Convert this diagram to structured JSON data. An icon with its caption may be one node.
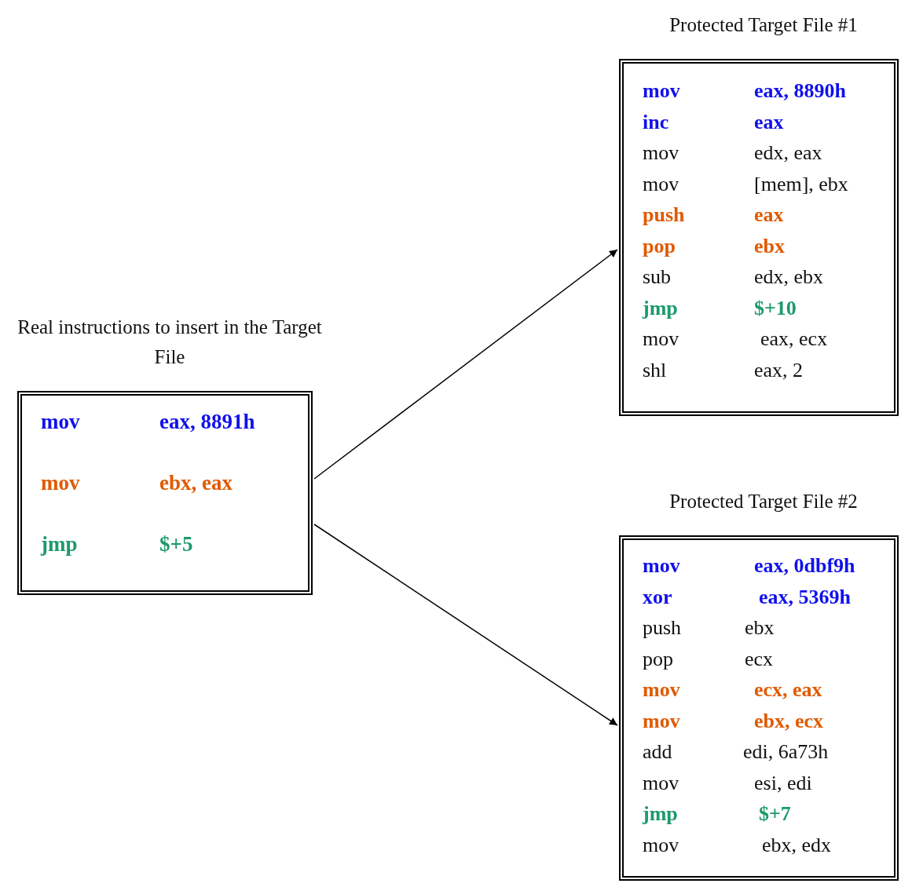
{
  "diagram": {
    "nodes": [
      {
        "text": [
          "Real instructions to insert in the Target File",
          "mov",
          "eax, 8891h",
          "mov",
          "ebx, eax",
          "jmp",
          "$+5"
        ]
      },
      {
        "text": [
          "Protected Target File #1",
          "mov",
          "eax, 8890h",
          "inc",
          "eax",
          "mov",
          "edx, eax",
          "mov",
          "[mem], ebx",
          "push",
          "eax",
          "pop",
          "ebx",
          "sub",
          "edx, ebx",
          "jmp",
          "$+10",
          "mov",
          "eax, ecx",
          "shl",
          "eax, 2"
        ]
      },
      {
        "text": [
          "Protected Target File #2",
          "mov",
          "eax, 0dbf9h",
          "xor",
          "eax, 5369h",
          "push",
          "ebx",
          "pop",
          "ecx",
          "mov",
          "ecx, eax",
          "mov",
          "ebx, ecx",
          "add",
          "edi, 6a73h",
          "mov",
          "esi, edi",
          "jmp",
          "$+7",
          "mov",
          "ebx, edx"
        ]
      }
    ],
    "edges": [
      {
        "from": 0,
        "to": 1,
        "arrow": "to"
      },
      {
        "from": 0,
        "to": 2,
        "arrow": "to"
      }
    ]
  }
}
